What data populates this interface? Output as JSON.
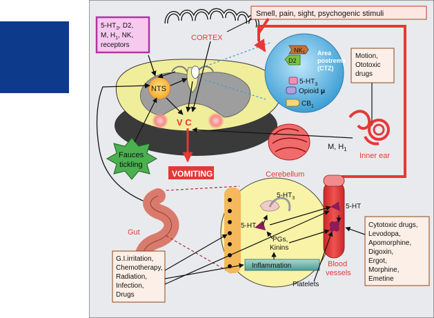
{
  "labels": {
    "stimuli": "Smell, pain, sight, psychogenic stimuli",
    "cortex": "CORTEX",
    "nts": "NTS",
    "vc": "V C",
    "vomiting": "VOMITING",
    "fauces_1": "Fauces",
    "fauces_2": "tickling",
    "area_postrema_1": "Area",
    "area_postrema_2": "postrema",
    "area_postrema_3": "(CTZ)",
    "cerebellum": "Cerebellum",
    "inner_ear": "Inner ear",
    "mh1": "M, H",
    "mh1_sub": "1",
    "gut": "Gut",
    "blood_vessels_1": "Blood",
    "blood_vessels_2": "vessels",
    "platelets": "Platelets",
    "inflammation": "Inflammation",
    "pgs_1": "PGs,",
    "pgs_2": "Kinins",
    "ht5_gut": "5-HT",
    "ht5_vessel": "5-HT",
    "ht3_gut": "5-HT",
    "ht3_gut_sub": "3"
  },
  "receptors_box": {
    "line1": "5-HT",
    "line1_sub": "3",
    "line1_rest": ", D2,",
    "line2": "M, H",
    "line2_sub": "1",
    "line2_rest": ", NK,",
    "line3": "receptors"
  },
  "ctz_receptors": {
    "nk1": "NK",
    "nk1_sub": "1",
    "d2": "D2",
    "ht3": "5-HT",
    "ht3_sub": "3",
    "opioid": "Opioid",
    "opioid_mu": "μ",
    "cb1": "CB",
    "cb1_sub": "1"
  },
  "motion_box": [
    "Motion,",
    "Ototoxic",
    "drugs"
  ],
  "gi_box": [
    "G.I.irritation,",
    "Chemotherapy,",
    "Radiation,",
    "Infection,",
    "Drugs"
  ],
  "cytotoxic_box": [
    "Cytotoxic drugs,",
    "Levodopa,",
    "Apomorphine,",
    "Digoxin,",
    "Ergot,",
    "Morphine,",
    "Emetine"
  ],
  "colors": {
    "brand_square": "#0d3a8a",
    "red": "#e53935",
    "panel": "#e9eaee",
    "brain_yellow": "#f0ed9b",
    "ctz_blue": "#3d9fd4",
    "gut_pink": "#d97b6c"
  }
}
